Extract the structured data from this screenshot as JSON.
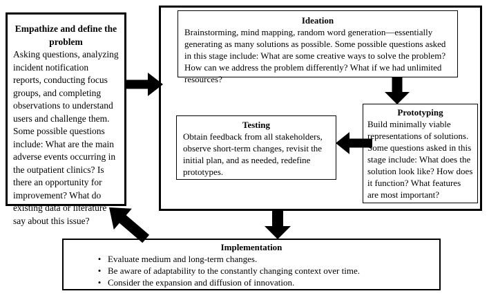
{
  "figure": {
    "background": "#ffffff",
    "line_color": "#000000",
    "text_color": "#000000"
  },
  "boxes": {
    "empathize": {
      "title": "Empathize and define the problem",
      "body": "Asking questions, analyzing incident notification reports, conducting focus groups, and completing observations to understand users and challenge them. Some possible questions include: What are the main adverse events occurring in the outpatient clinics? Is there an opportunity for improvement? What do existing data or literature say about this issue?"
    },
    "ideation": {
      "title": "Ideation",
      "body": "Brainstorming, mind mapping, random word generation—essentially generating as many solutions as possible. Some possible questions asked in this stage include: What are some creative ways to solve the problem? How can we address the problem differently? What if we had unlimited resources?"
    },
    "prototyping": {
      "title": "Prototyping",
      "body": "Build minimally viable representations of solutions. Some questions asked in this stage include: What does the solution look like? How does it function? What features are most important?"
    },
    "testing": {
      "title": "Testing",
      "body": "Obtain feedback from all stakeholders, observe short-term changes, revisit the initial plan, and as needed, redefine prototypes."
    },
    "implementation": {
      "title": "Implementation",
      "bullet_glyph": "•",
      "bullets": [
        "Evaluate medium and long-term changes.",
        "Be aware of adaptability to the constantly changing context over time.",
        "Consider the expansion and diffusion of innovation."
      ]
    }
  },
  "arrows": {
    "empathize_to_ideation": "right",
    "ideation_to_prototyping": "down",
    "prototyping_to_testing": "left",
    "process_to_implementation": "down",
    "implementation_to_empathize": "up-left"
  }
}
